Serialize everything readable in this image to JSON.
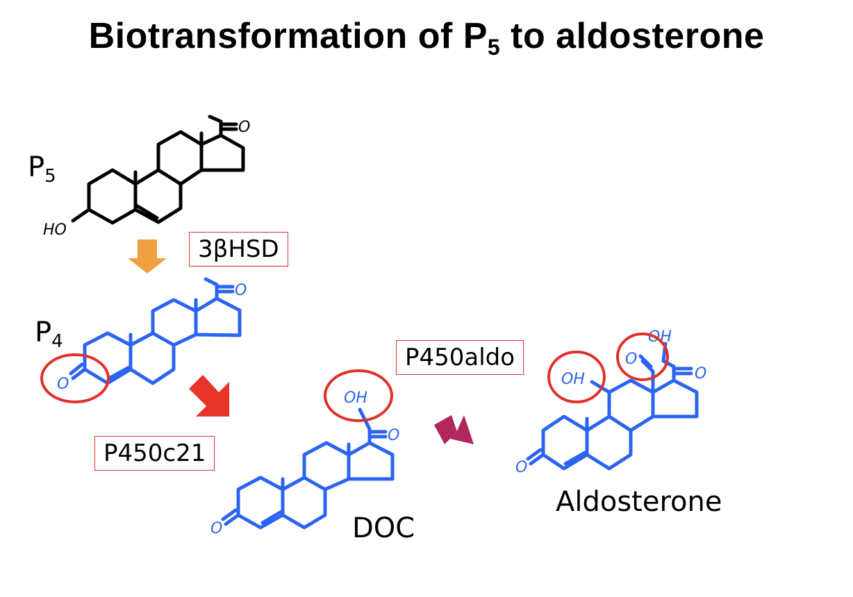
{
  "title": {
    "main": "Biotransformation of P",
    "sub": "5",
    "rest": " to aldosterone"
  },
  "molecules": {
    "p5": {
      "label": "P",
      "sub": "5",
      "atom_ho": "HO",
      "atom_o": "O"
    },
    "p4": {
      "label": "P",
      "sub": "4",
      "atom_o_ring": "O",
      "atom_o": "O"
    },
    "doc": {
      "label": "DOC",
      "atom_o_ring": "O",
      "atom_o": "O",
      "atom_oh": "OH"
    },
    "aldo": {
      "label": "Aldosterone",
      "atom_o_ring": "O",
      "atom_o": "O",
      "atom_oh": "OH",
      "atom_oh_top": "OH",
      "atom_o_ald": "O"
    }
  },
  "enzymes": {
    "e1": "3βHSD",
    "e2": "P450c21",
    "e3": "P450aldo"
  },
  "colors": {
    "black": "#000000",
    "blue": "#2a64f0",
    "red": "#e0302a",
    "orange": "#f0a040",
    "arrow_red": "#e8352a",
    "magenta": "#b0275e"
  }
}
